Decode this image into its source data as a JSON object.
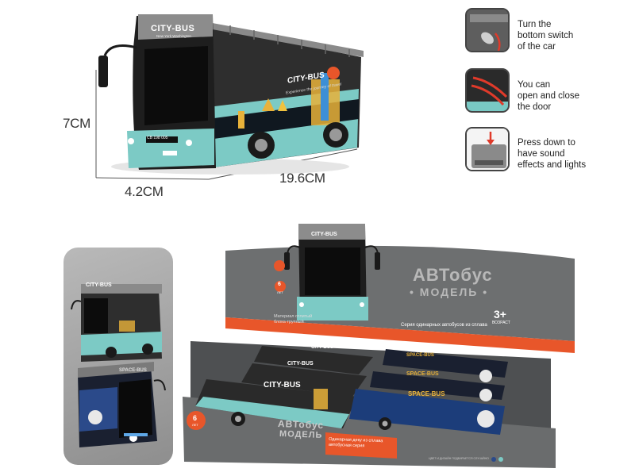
{
  "dimensions": {
    "height": "7CM",
    "width": "4.2CM",
    "length": "19.6CM"
  },
  "bus_branding": {
    "name": "CITY-BUS",
    "cities": "New York  Washington",
    "side_tagline": "Experience the journey of travel",
    "plate": "CB 198 005"
  },
  "features": [
    {
      "text_lines": [
        "Turn the",
        "bottom switch",
        "of the car"
      ]
    },
    {
      "text_lines": [
        "You can",
        "open and close",
        "the door"
      ]
    },
    {
      "text_lines": [
        "Press down to",
        "have sound",
        "effects and lights"
      ]
    }
  ],
  "package": {
    "title_line1": "АВТобус",
    "title_line2": "• МОДЕЛЬ •",
    "subtitle": "Серия одинарных автобусов из сплава",
    "age": "3+",
    "age_label": "ВОЗРАСТ",
    "material_line1": "Материал отлитый",
    "material_line2": "блока трупный",
    "badge_age": "6",
    "badge_label": "ЛЕТ",
    "front_title_line1": "АВТобус",
    "front_title_line2": "МОДЕЛЬ",
    "front_note_line1": "Одинарная деку из сплава",
    "front_note_line2": "автобусная серия",
    "barcode_text": "ЦВЕТ И ДИЗАЙН ПОДБИРАЕТСЯ СЛУЧАЙНО",
    "bus_labels": [
      "CITY-BUS",
      "CITY-BUS",
      "CITY-BUS",
      "SPACE-BUS",
      "SPACE-BUS",
      "SPACE-BUS"
    ]
  },
  "colors": {
    "bus_teal": "#79c9c4",
    "bus_roof_grey": "#8a8a8a",
    "box_grey": "#6d6f70",
    "box_orange": "#e8562a",
    "space_bus_blue": "#1c3d7a"
  }
}
